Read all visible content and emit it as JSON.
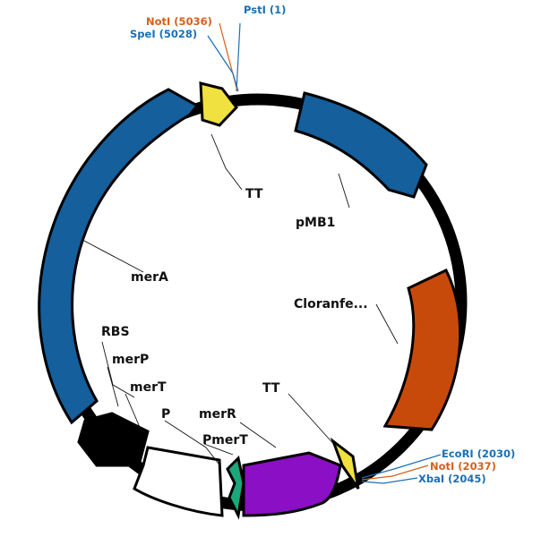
{
  "plasmid_map": {
    "features": [
      {
        "id": "pmb1",
        "label": "pMB1",
        "color": "#145f9c"
      },
      {
        "id": "cloranfe",
        "label": "Cloranfe...",
        "color": "#c84a0a"
      },
      {
        "id": "tt_right",
        "label": "TT",
        "color": "#f0e040"
      },
      {
        "id": "merR",
        "label": "merR",
        "color": "#8b0fc4"
      },
      {
        "id": "pmerT",
        "label": "PmerT",
        "color": "#1aa77a"
      },
      {
        "id": "p",
        "label": "P",
        "color": "#ffffff"
      },
      {
        "id": "merT",
        "label": "merT",
        "color": "#ffffff"
      },
      {
        "id": "merP",
        "label": "merP",
        "color": "#000000"
      },
      {
        "id": "rbs",
        "label": "RBS",
        "color": "#000000"
      },
      {
        "id": "merA",
        "label": "merA",
        "color": "#145f9c"
      },
      {
        "id": "tt_top",
        "label": "TT",
        "color": "#f0e040"
      }
    ],
    "restriction_sites": [
      {
        "id": "psti",
        "label": "PstI (1)",
        "color": "#1a6fb5"
      },
      {
        "id": "noti1",
        "label": "NotI (5036)",
        "color": "#d4601c"
      },
      {
        "id": "spei",
        "label": "SpeI (5028)",
        "color": "#1a6fb5"
      },
      {
        "id": "ecori",
        "label": "EcoRI (2030)",
        "color": "#1a6fb5"
      },
      {
        "id": "noti2",
        "label": "NotI (2037)",
        "color": "#d4601c"
      },
      {
        "id": "xbai",
        "label": "XbaI (2045)",
        "color": "#1a6fb5"
      }
    ]
  }
}
